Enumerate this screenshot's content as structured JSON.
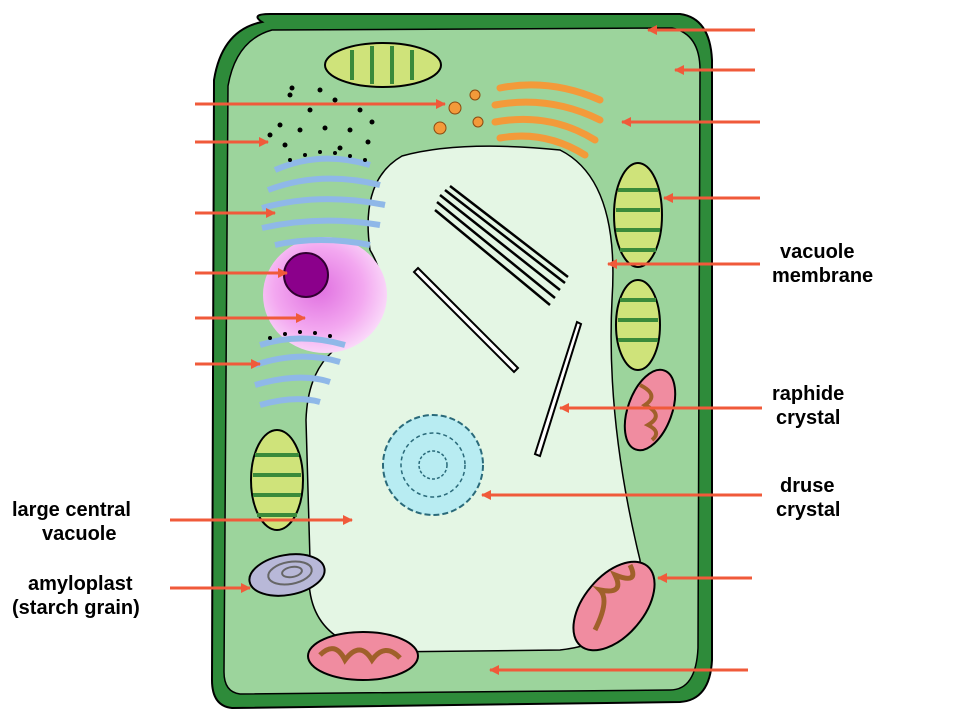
{
  "labels": {
    "vacuole_membrane": [
      "vacuole",
      "membrane"
    ],
    "raphide_crystal": [
      "raphide",
      "crystal"
    ],
    "druse_crystal": [
      "druse",
      "crystal"
    ],
    "large_central_vacuole": [
      "large central",
      "vacuole"
    ],
    "amyloplast": [
      "amyloplast",
      "(starch grain)"
    ]
  },
  "colors": {
    "cell_wall": "#2e8b3a",
    "cytoplasm": "#8fcf8f",
    "vacuole": "#dff3df",
    "arrow": "#f05a3a",
    "nucleus": "#f3a8f0",
    "nucleolus": "#8b008b",
    "chloroplast": "#cfe37a",
    "golgi": "#f39a3a",
    "er": "#8fb8e8",
    "mitochondrion": "#f08ca0",
    "amyloplast": "#b8b8d8"
  }
}
